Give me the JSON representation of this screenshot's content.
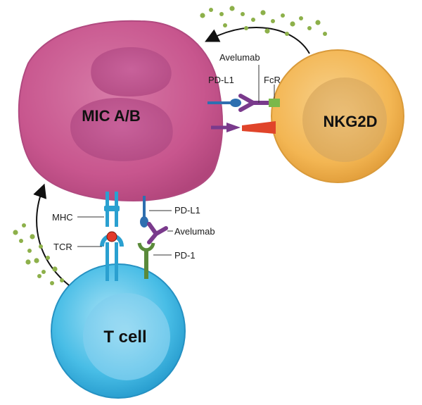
{
  "cells": {
    "tumor": {
      "label": "MIC A/B",
      "color": "#c8568e"
    },
    "nk": {
      "label": "NKG2D",
      "color": "#f3b653"
    },
    "tcell": {
      "label": "T cell",
      "color": "#3fb5e0"
    }
  },
  "labels": {
    "avelumab_top": "Avelumab",
    "pdl1_top": "PD-L1",
    "fcr": "FcR",
    "mhc": "MHC",
    "tcr": "TCR",
    "pdl1_bottom": "PD-L1",
    "avelumab_bottom": "Avelumab",
    "pd1": "PD-1"
  },
  "colors": {
    "granule": "#8db04a",
    "antibody": "#7a3a8c",
    "pdl1": "#2e6fb0",
    "pd1": "#5a8a3a",
    "fcr": "#7ab84a",
    "nkg2d_receptor": "#e0442a"
  }
}
